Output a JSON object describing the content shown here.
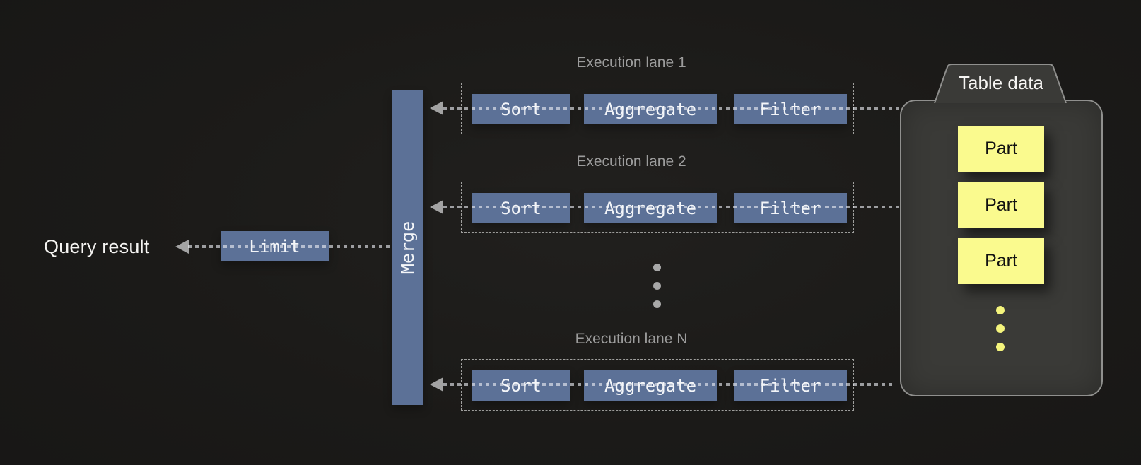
{
  "labels": {
    "query_result": "Query result"
  },
  "operators": {
    "limit": "Limit",
    "merge": "Merge"
  },
  "lanes": [
    {
      "title": "Execution lane 1",
      "steps": [
        "Sort",
        "Aggregate",
        "Filter"
      ]
    },
    {
      "title": "Execution lane 2",
      "steps": [
        "Sort",
        "Aggregate",
        "Filter"
      ]
    },
    {
      "title": "Execution lane N",
      "steps": [
        "Sort",
        "Aggregate",
        "Filter"
      ]
    }
  ],
  "table": {
    "title": "Table data",
    "parts": [
      "Part",
      "Part",
      "Part"
    ]
  },
  "colors": {
    "background": "#1b1a18",
    "operator_blue": "#5c7197",
    "part_yellow": "#fafa8e",
    "connector_gray": "#a3a3a3",
    "lane_title_gray": "#9c9c9c",
    "table_fill": "#3a3a37",
    "table_border": "#90908e"
  }
}
